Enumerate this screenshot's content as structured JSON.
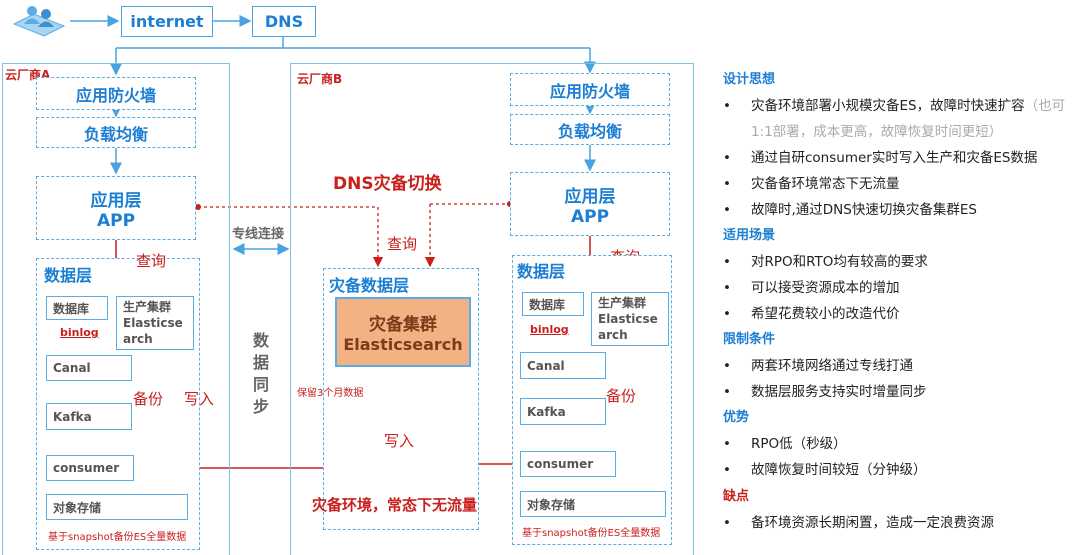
{
  "top": {
    "internet": "internet",
    "dns": "DNS"
  },
  "vendor_a": {
    "title": "云厂商A",
    "firewall": "应用防火墙",
    "lb": "负载均衡",
    "app_line1": "应用层",
    "app_line2": "APP",
    "data_layer": "数据层",
    "query": "查询",
    "db": "数据库",
    "prod_cluster": "生产集群\nElasticse\narch",
    "binlog": "binlog",
    "canal": "Canal",
    "kafka": "Kafka",
    "consumer": "consumer",
    "backup": "备份",
    "write": "写入",
    "object_storage": "对象存储",
    "snapshot_note": "基于snapshot备份ES全量数据"
  },
  "middle": {
    "dedicated_line": "专线连接",
    "sync": [
      "数",
      "据",
      "同",
      "步"
    ]
  },
  "vendor_b": {
    "title": "云厂商B",
    "dns_switch": "DNS灾备切换",
    "query": "查询",
    "dr_data_layer": "灾备数据层",
    "dr_cluster_line1": "灾备集群",
    "dr_cluster_line2": "Elasticsearch",
    "retain_note": "保留3个月数据",
    "write": "写入",
    "dr_env_note": "灾备环境，常态下无流量",
    "firewall": "应用防火墙",
    "lb": "负载均衡",
    "app_line1": "应用层",
    "app_line2": "APP",
    "query2": "查询",
    "data_layer": "数据层",
    "db": "数据库",
    "prod_cluster": "生产集群\nElasticse\narch",
    "binlog": "binlog",
    "canal": "Canal",
    "kafka": "Kafka",
    "backup": "备份",
    "consumer": "consumer",
    "object_storage": "对象存储",
    "snapshot_note": "基于snapshot备份ES全量数据"
  },
  "right_panel": {
    "design_title": "设计思想",
    "design_items": [
      {
        "main": "灾备环境部署小规模灾备ES，故障时快速扩容",
        "gray": "（也可"
      },
      {
        "main": "",
        "gray": "1:1部署，成本更高，故障恢复时间更短）",
        "continuation": true
      },
      {
        "main": "通过自研consumer实时写入生产和灾备ES数据",
        "gray": ""
      },
      {
        "main": "灾备备环境常态下无流量",
        "gray": ""
      },
      {
        "main": "故障时,通过DNS快速切换灾备集群ES",
        "gray": ""
      }
    ],
    "scenario_title": "适用场景",
    "scenario_items": [
      "对RPO和RTO均有较高的要求",
      "可以接受资源成本的增加",
      "希望花费较小的改造代价"
    ],
    "limit_title": "限制条件",
    "limit_items": [
      "两套环境网络通过专线打通",
      "数据层服务支持实时增量同步"
    ],
    "adv_title": "优势",
    "adv_items": [
      "RPO低（秒级）",
      "故障恢复时间较短（分钟级）"
    ],
    "dis_title": "缺点",
    "dis_items": [
      "备环境资源长期闲置，造成一定浪费资源"
    ]
  },
  "colors": {
    "accent_blue": "#1c7fd4",
    "border_blue": "#5aaee6",
    "red": "#c9201c",
    "orange_fill": "#f4b183"
  }
}
